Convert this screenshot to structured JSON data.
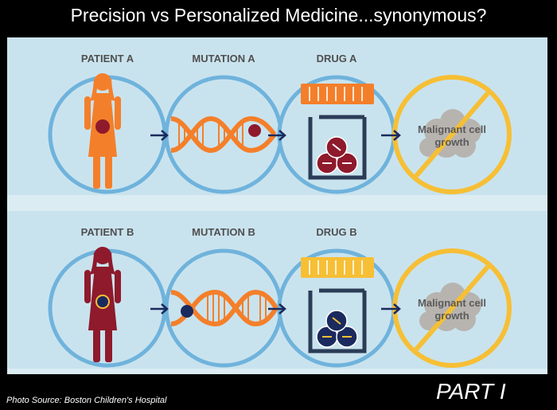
{
  "title": "Precision vs Personalized Medicine...synonymous?",
  "rows": [
    {
      "patient_label": "PATIENT A",
      "mutation_label": "MUTATION A",
      "drug_label": "DRUG A",
      "result_line1": "Malignant cell",
      "result_line2": "growth",
      "patient_color": "#f47f2a",
      "marker_color": "#8e1a2c",
      "lid_color": "#f47f2a",
      "pill_color": "#8e1a2c"
    },
    {
      "patient_label": "PATIENT B",
      "mutation_label": "MUTATION B",
      "drug_label": "DRUG B",
      "result_line1": "Malignant cell",
      "result_line2": "growth",
      "patient_color": "#8e1a2c",
      "marker_color": "#1b2a5e",
      "lid_color": "#f6bf35",
      "pill_color": "#1b2a5e"
    }
  ],
  "colors": {
    "circle_fill": "#c9e3ee",
    "circle_ring": "#6fb3dc",
    "arrow": "#1b2a5e",
    "jar_outline": "#2b3c57",
    "prohibit": "#f6bf35",
    "dna_orange": "#f47f2a"
  },
  "photo_source": "Photo Source: Boston Children's Hospital",
  "part_label": "PART I"
}
